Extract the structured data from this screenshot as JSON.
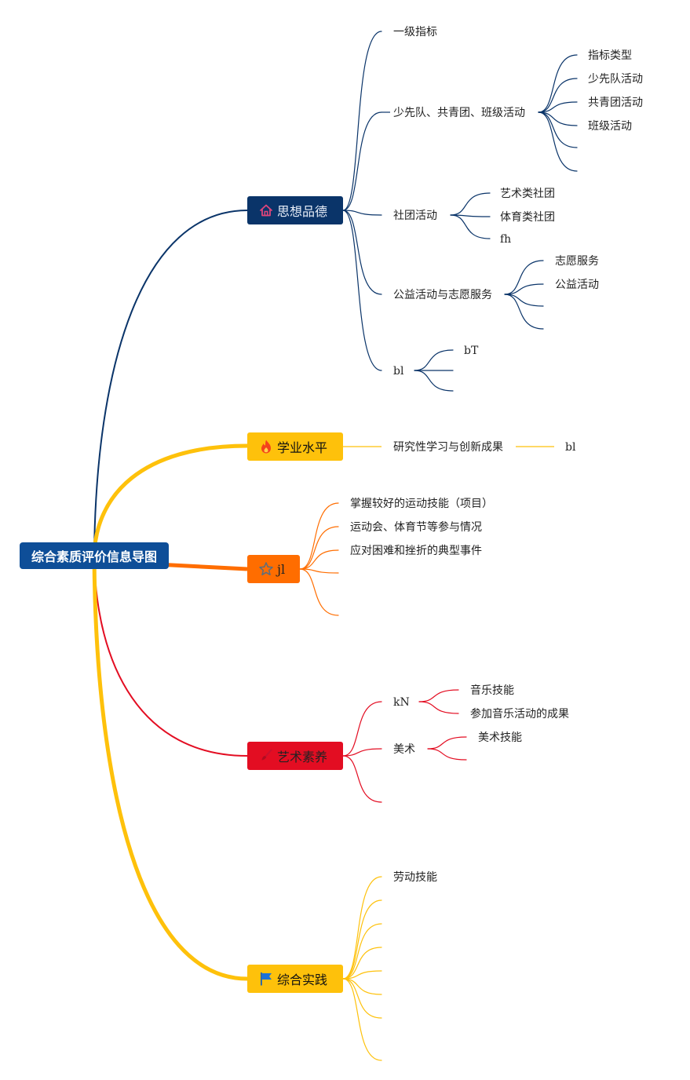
{
  "root": {
    "label": "综合素质评价信息导图"
  },
  "colors": {
    "sixiang": "#0a3469",
    "xueye": "#fec10b",
    "jl": "#ff6d00",
    "yishu": "#e30d22",
    "zonghe": "#fec10b",
    "root_fill": "#0e4e98"
  },
  "branches": {
    "sixiang": {
      "label": "思想品德",
      "icon": "house-icon",
      "children": {
        "yiji": "一级指标",
        "shaoxian": {
          "label": "少先队、共青团、班级活动",
          "items": [
            "指标类型",
            "少先队活动",
            "共青团活动",
            "班级活动"
          ]
        },
        "shetuan": {
          "label": "社团活动",
          "items": [
            "艺术类社团",
            "体育类社团",
            "fh"
          ]
        },
        "gongyi": {
          "label": "公益活动与志愿服务",
          "items": [
            "志愿服务",
            "公益活动"
          ]
        },
        "bl": {
          "label": "bl",
          "items": [
            "bT"
          ]
        }
      }
    },
    "xueye": {
      "label": "学业水平",
      "icon": "fire-icon",
      "children": {
        "yanjiu": {
          "label": "研究性学习与创新成果",
          "items": [
            "bl"
          ]
        }
      }
    },
    "jl": {
      "label": "jl",
      "icon": "star-icon",
      "children": [
        "掌握较好的运动技能（项目）",
        "运动会、体育节等参与情况",
        "应对困难和挫折的典型事件"
      ]
    },
    "yishu": {
      "label": "艺术素养",
      "icon": "brush-icon",
      "children": {
        "kn": {
          "label": "kN",
          "items": [
            "音乐技能",
            "参加音乐活动的成果"
          ]
        },
        "meishu": {
          "label": "美术",
          "items": [
            "美术技能"
          ]
        }
      }
    },
    "zonghe": {
      "label": "综合实践",
      "icon": "flag-icon",
      "children": [
        "劳动技能"
      ]
    }
  }
}
